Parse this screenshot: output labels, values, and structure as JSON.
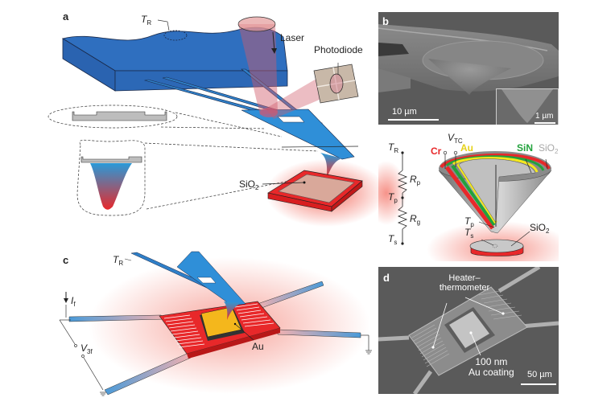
{
  "figure": {
    "panels": {
      "a": {
        "letter": "a",
        "labels": {
          "tr": "T",
          "tr_sub": "R",
          "laser": "Laser",
          "photodiode": "Photodiode",
          "sio2": "SiO",
          "sio2_sub": "2"
        }
      },
      "b": {
        "letter": "b",
        "scale_main": "10 µm",
        "scale_inset": "1 µm",
        "schematic": {
          "tr": "T",
          "tr_sub": "R",
          "rp": "R",
          "rp_sub": "p",
          "tp": "T",
          "tp_sub": "p",
          "rg": "R",
          "rg_sub": "g",
          "ts": "T",
          "ts_sub": "s",
          "vtc": "V",
          "vtc_sub": "TC",
          "cr": "Cr",
          "au": "Au",
          "sin": "SiN",
          "sio2": "SiO",
          "sio2_sub": "2",
          "tp2": "T",
          "tp2_sub": "p",
          "ts2": "T",
          "ts2_sub": "s",
          "sio2b": "SiO",
          "sio2b_sub": "2"
        }
      },
      "c": {
        "letter": "c",
        "labels": {
          "tr": "T",
          "tr_sub": "R",
          "if": "I",
          "if_sub": "f",
          "v3f": "V",
          "v3f_sub": "3f",
          "au": "Au"
        }
      },
      "d": {
        "letter": "d",
        "heater_line1": "Heater–",
        "heater_line2": "thermometer",
        "au_line1": "100 nm",
        "au_line2": "Au coating",
        "scale": "50 µm"
      }
    },
    "colors": {
      "cantilever_blue": "#2f7fc8",
      "heat_red": "#e8282a",
      "laser_pink": "#e49a9a",
      "au_yellow": "#f4b71c",
      "sin_green": "#22a23c",
      "sio2_gray": "#a8a8a8",
      "sem_gray": "#5a5a5a"
    }
  }
}
